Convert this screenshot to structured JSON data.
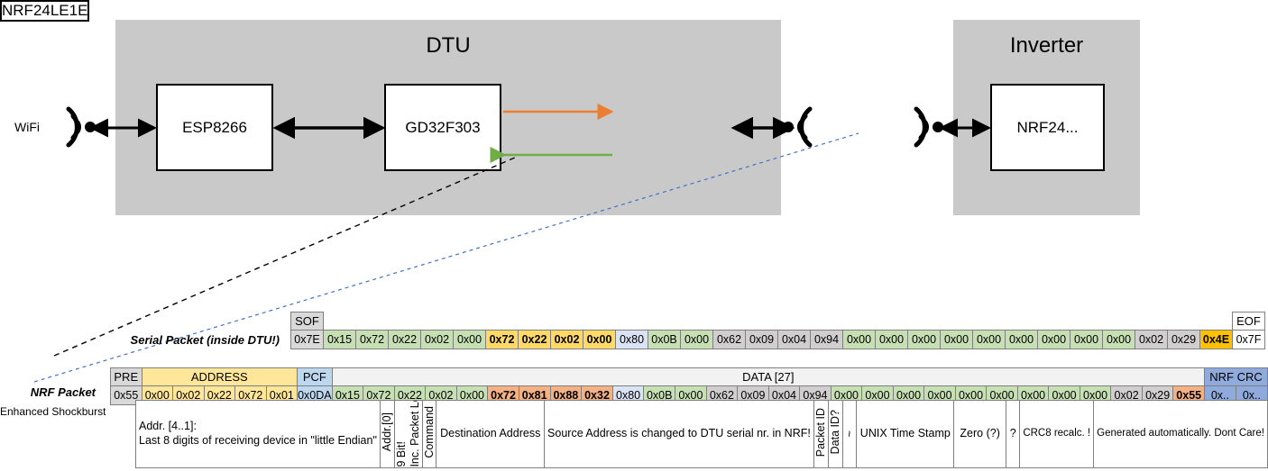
{
  "diagram": {
    "dtu": {
      "title": "DTU",
      "chips": [
        {
          "name": "ESP8266"
        },
        {
          "name": "GD32F303"
        },
        {
          "name": "NRF24LE1E"
        }
      ],
      "wifi_label": "WiFi",
      "arrow_tx_color": "#ed7d31",
      "arrow_rx_color": "#70ad47"
    },
    "inverter": {
      "title": "Inverter",
      "chips": [
        {
          "name": "NRF24..."
        }
      ]
    }
  },
  "serial_packet": {
    "label": "Serial Packet (inside DTU!)",
    "header": {
      "sof": "SOF",
      "eof": "EOF"
    },
    "bytes": [
      {
        "v": "0x7E",
        "fill": "f-gray",
        "bold": false
      },
      {
        "v": "0x15",
        "fill": "f-green",
        "bold": false
      },
      {
        "v": "0x72",
        "fill": "f-green",
        "bold": false
      },
      {
        "v": "0x22",
        "fill": "f-green",
        "bold": false
      },
      {
        "v": "0x02",
        "fill": "f-green",
        "bold": false
      },
      {
        "v": "0x00",
        "fill": "f-green",
        "bold": false
      },
      {
        "v": "0x72",
        "fill": "f-yellow",
        "bold": true
      },
      {
        "v": "0x22",
        "fill": "f-yellow",
        "bold": true
      },
      {
        "v": "0x02",
        "fill": "f-yellow",
        "bold": true
      },
      {
        "v": "0x00",
        "fill": "f-yellow",
        "bold": true
      },
      {
        "v": "0x80",
        "fill": "f-blue",
        "bold": false
      },
      {
        "v": "0x0B",
        "fill": "f-green",
        "bold": false
      },
      {
        "v": "0x00",
        "fill": "f-green",
        "bold": false
      },
      {
        "v": "0x62",
        "fill": "f-gray2",
        "bold": false
      },
      {
        "v": "0x09",
        "fill": "f-gray2",
        "bold": false
      },
      {
        "v": "0x04",
        "fill": "f-gray2",
        "bold": false
      },
      {
        "v": "0x94",
        "fill": "f-gray2",
        "bold": false
      },
      {
        "v": "0x00",
        "fill": "f-green",
        "bold": false
      },
      {
        "v": "0x00",
        "fill": "f-green",
        "bold": false
      },
      {
        "v": "0x00",
        "fill": "f-green",
        "bold": false
      },
      {
        "v": "0x00",
        "fill": "f-green",
        "bold": false
      },
      {
        "v": "0x00",
        "fill": "f-green",
        "bold": false
      },
      {
        "v": "0x00",
        "fill": "f-green",
        "bold": false
      },
      {
        "v": "0x00",
        "fill": "f-green",
        "bold": false
      },
      {
        "v": "0x00",
        "fill": "f-green",
        "bold": false
      },
      {
        "v": "0x00",
        "fill": "f-green",
        "bold": false
      },
      {
        "v": "0x02",
        "fill": "f-gray2",
        "bold": false
      },
      {
        "v": "0x29",
        "fill": "f-gray2",
        "bold": false
      },
      {
        "v": "0x4E",
        "fill": "f-orange",
        "bold": true
      },
      {
        "v": "0x7F",
        "fill": "f-white",
        "bold": false
      }
    ]
  },
  "nrf_packet": {
    "label": "NRF Packet",
    "sublabel": "Enhanced Shockburst",
    "headers": {
      "pre": "PRE",
      "address": "ADDRESS",
      "pcf": "PCF",
      "data": "DATA [27]",
      "crc": "NRF CRC"
    },
    "bytes": [
      {
        "v": "0x55",
        "fill": "f-gray",
        "bold": false
      },
      {
        "v": "0x00",
        "fill": "f-addr",
        "bold": false
      },
      {
        "v": "0x02",
        "fill": "f-addr",
        "bold": false
      },
      {
        "v": "0x22",
        "fill": "f-addr",
        "bold": false
      },
      {
        "v": "0x72",
        "fill": "f-addr",
        "bold": false
      },
      {
        "v": "0x01",
        "fill": "f-addr",
        "bold": false
      },
      {
        "v": "0x0DA",
        "fill": "f-pcf",
        "bold": false
      },
      {
        "v": "0x15",
        "fill": "f-green",
        "bold": false
      },
      {
        "v": "0x72",
        "fill": "f-green",
        "bold": false
      },
      {
        "v": "0x22",
        "fill": "f-green",
        "bold": false
      },
      {
        "v": "0x02",
        "fill": "f-green",
        "bold": false
      },
      {
        "v": "0x00",
        "fill": "f-green",
        "bold": false
      },
      {
        "v": "0x72",
        "fill": "f-salmon2",
        "bold": true
      },
      {
        "v": "0x81",
        "fill": "f-salmon2",
        "bold": true
      },
      {
        "v": "0x88",
        "fill": "f-salmon2",
        "bold": true
      },
      {
        "v": "0x32",
        "fill": "f-salmon2",
        "bold": true
      },
      {
        "v": "0x80",
        "fill": "f-blue",
        "bold": false
      },
      {
        "v": "0x0B",
        "fill": "f-green",
        "bold": false
      },
      {
        "v": "0x00",
        "fill": "f-green",
        "bold": false
      },
      {
        "v": "0x62",
        "fill": "f-gray2",
        "bold": false
      },
      {
        "v": "0x09",
        "fill": "f-gray2",
        "bold": false
      },
      {
        "v": "0x04",
        "fill": "f-gray2",
        "bold": false
      },
      {
        "v": "0x94",
        "fill": "f-gray2",
        "bold": false
      },
      {
        "v": "0x00",
        "fill": "f-green",
        "bold": false
      },
      {
        "v": "0x00",
        "fill": "f-green",
        "bold": false
      },
      {
        "v": "0x00",
        "fill": "f-green",
        "bold": false
      },
      {
        "v": "0x00",
        "fill": "f-green",
        "bold": false
      },
      {
        "v": "0x00",
        "fill": "f-green",
        "bold": false
      },
      {
        "v": "0x00",
        "fill": "f-green",
        "bold": false
      },
      {
        "v": "0x00",
        "fill": "f-green",
        "bold": false
      },
      {
        "v": "0x00",
        "fill": "f-green",
        "bold": false
      },
      {
        "v": "0x00",
        "fill": "f-green",
        "bold": false
      },
      {
        "v": "0x02",
        "fill": "f-gray2",
        "bold": false
      },
      {
        "v": "0x29",
        "fill": "f-gray2",
        "bold": false
      },
      {
        "v": "0x55",
        "fill": "f-salmon2",
        "bold": true
      },
      {
        "v": "0x..",
        "fill": "f-crcblue",
        "bold": false
      },
      {
        "v": "0x..",
        "fill": "f-crcblue",
        "bold": false
      }
    ],
    "descriptions": {
      "address": "Addr. [4..1]:\nLast 8 digits of receiving device in \"little Endian\"",
      "addr0": "Addr.[0]",
      "pcf_a": "9 Bit!",
      "pcf_b": "Inc. Packet Length",
      "command": "Command",
      "destination": "Destination Address",
      "source": "Source Address is changed to DTU serial nr. in NRF!",
      "packet_id": "Packet ID",
      "data_id": "Data ID?",
      "tilde": "~",
      "timestamp": "UNIX Time Stamp",
      "zero": "Zero (?)",
      "question": "?",
      "crc8": "CRC8 recalc. !",
      "nrf_crc": "Generated automatically. Dont Care!"
    }
  }
}
